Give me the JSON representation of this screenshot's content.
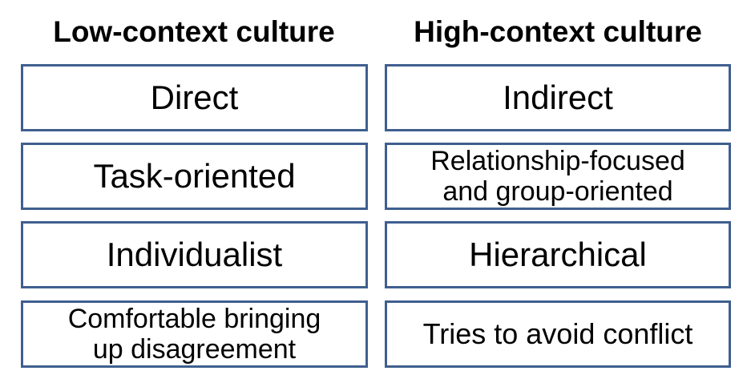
{
  "columns": [
    {
      "header": "Low-context culture",
      "items": [
        {
          "line1": "Direct",
          "line2": ""
        },
        {
          "line1": "Task-oriented",
          "line2": ""
        },
        {
          "line1": "Individualist",
          "line2": ""
        },
        {
          "line1": "Comfortable bringing",
          "line2": "up disagreement"
        }
      ]
    },
    {
      "header": "High-context culture",
      "items": [
        {
          "line1": "Indirect",
          "line2": ""
        },
        {
          "line1": "Relationship-focused",
          "line2": "and group-oriented"
        },
        {
          "line1": "Hierarchical",
          "line2": ""
        },
        {
          "line1": "Tries to avoid conflict",
          "line2": ""
        }
      ]
    }
  ],
  "colors": {
    "box_border": "#3f5f8f",
    "text": "#000000",
    "background": "#ffffff"
  }
}
